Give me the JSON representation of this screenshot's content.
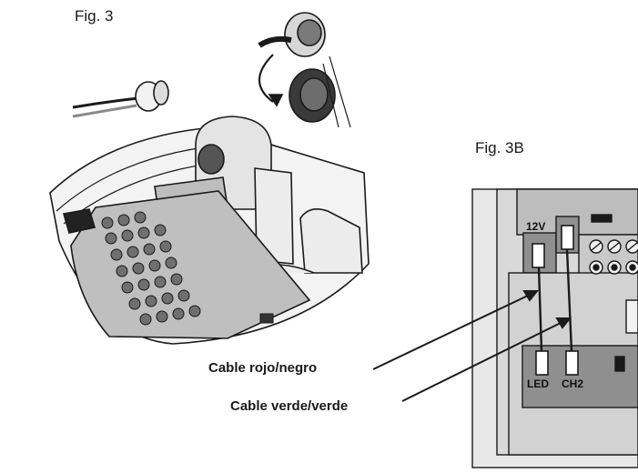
{
  "figures": {
    "fig3_label": "Fig. 3",
    "fig3b_label": "Fig. 3B"
  },
  "callouts": {
    "red_black": "Cable rojo/negro",
    "green_green": "Cable verde/verde"
  },
  "connector_labels": {
    "v12": "12V",
    "led": "LED",
    "ch2": "CH2"
  },
  "colors": {
    "line": "#1a1a1a",
    "panel_light": "#e8e8e8",
    "panel_mid": "#c9c9c9",
    "panel_dark": "#8f8f8f"
  }
}
